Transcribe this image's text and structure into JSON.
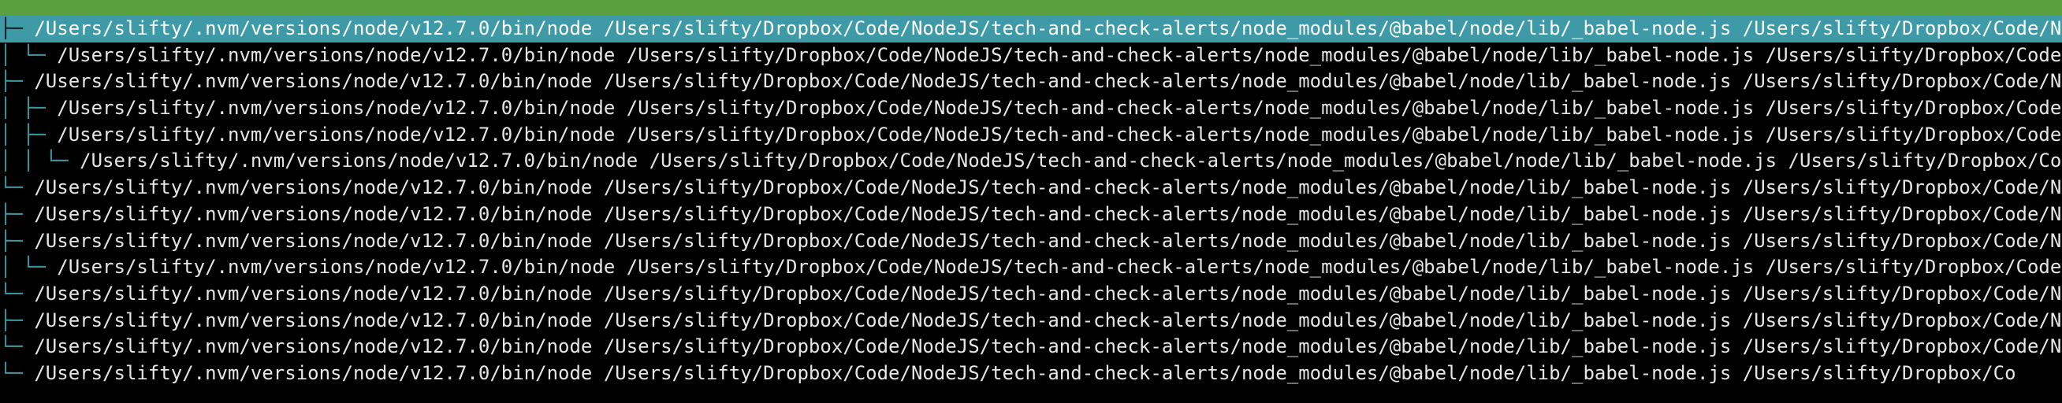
{
  "colors": {
    "background": "#000000",
    "top_bar": "#5aa03c",
    "selected_row": "#3d9aa6",
    "tree_lines": "#3d9aa6",
    "text": "#e6e6e6"
  },
  "tree": {
    "rows": [
      {
        "prefix": "├─ ",
        "command": "/Users/slifty/.nvm/versions/node/v12.7.0/bin/node /Users/slifty/Dropbox/Code/NodeJS/tech-and-check-alerts/node_modules/@babel/node/lib/_babel-node.js /Users/slifty/Dropbox/Code/NodeJS/",
        "selected": true
      },
      {
        "prefix": "│  └─ ",
        "command": "/Users/slifty/.nvm/versions/node/v12.7.0/bin/node /Users/slifty/Dropbox/Code/NodeJS/tech-and-check-alerts/node_modules/@babel/node/lib/_babel-node.js /Users/slifty/Dropbox/Code/NodeJS/",
        "selected": false
      },
      {
        "prefix": "├─ ",
        "command": "/Users/slifty/.nvm/versions/node/v12.7.0/bin/node /Users/slifty/Dropbox/Code/NodeJS/tech-and-check-alerts/node_modules/@babel/node/lib/_babel-node.js /Users/slifty/Dropbox/Code/NodeJS/",
        "selected": false
      },
      {
        "prefix": "│  ├─ ",
        "command": "/Users/slifty/.nvm/versions/node/v12.7.0/bin/node /Users/slifty/Dropbox/Code/NodeJS/tech-and-check-alerts/node_modules/@babel/node/lib/_babel-node.js /Users/slifty/Dropbox/Code/NodeJS/",
        "selected": false
      },
      {
        "prefix": "│  ├─ ",
        "command": "/Users/slifty/.nvm/versions/node/v12.7.0/bin/node /Users/slifty/Dropbox/Code/NodeJS/tech-and-check-alerts/node_modules/@babel/node/lib/_babel-node.js /Users/slifty/Dropbox/Code/NodeJS/",
        "selected": false
      },
      {
        "prefix": "│  │  └─ ",
        "command": "/Users/slifty/.nvm/versions/node/v12.7.0/bin/node /Users/slifty/Dropbox/Code/NodeJS/tech-and-check-alerts/node_modules/@babel/node/lib/_babel-node.js /Users/slifty/Dropbox/Code/N",
        "selected": false
      },
      {
        "prefix": "└─ ",
        "command": "/Users/slifty/.nvm/versions/node/v12.7.0/bin/node /Users/slifty/Dropbox/Code/NodeJS/tech-and-check-alerts/node_modules/@babel/node/lib/_babel-node.js /Users/slifty/Dropbox/Code/NodeJS/",
        "selected": false
      },
      {
        "prefix": "   ├─ ",
        "command": "/Users/slifty/.nvm/versions/node/v12.7.0/bin/node /Users/slifty/Dropbox/Code/NodeJS/tech-and-check-alerts/node_modules/@babel/node/lib/_babel-node.js /Users/slifty/Dropbox/Code/NodeJS/",
        "selected": false
      },
      {
        "prefix": "   ├─ ",
        "command": "/Users/slifty/.nvm/versions/node/v12.7.0/bin/node /Users/slifty/Dropbox/Code/NodeJS/tech-and-check-alerts/node_modules/@babel/node/lib/_babel-node.js /Users/slifty/Dropbox/Code/NodeJS/",
        "selected": false
      },
      {
        "prefix": "   │  └─ ",
        "command": "/Users/slifty/.nvm/versions/node/v12.7.0/bin/node /Users/slifty/Dropbox/Code/NodeJS/tech-and-check-alerts/node_modules/@babel/node/lib/_babel-node.js /Users/slifty/Dropbox/Code/N",
        "selected": false
      },
      {
        "prefix": "   └─ ",
        "command": "/Users/slifty/.nvm/versions/node/v12.7.0/bin/node /Users/slifty/Dropbox/Code/NodeJS/tech-and-check-alerts/node_modules/@babel/node/lib/_babel-node.js /Users/slifty/Dropbox/Code/NodeJS/",
        "selected": false
      },
      {
        "prefix": "      ├─ ",
        "command": "/Users/slifty/.nvm/versions/node/v12.7.0/bin/node /Users/slifty/Dropbox/Code/NodeJS/tech-and-check-alerts/node_modules/@babel/node/lib/_babel-node.js /Users/slifty/Dropbox/Code/N",
        "selected": false
      },
      {
        "prefix": "      └─ ",
        "command": "/Users/slifty/.nvm/versions/node/v12.7.0/bin/node /Users/slifty/Dropbox/Code/NodeJS/tech-and-check-alerts/node_modules/@babel/node/lib/_babel-node.js /Users/slifty/Dropbox/Code/N",
        "selected": false
      },
      {
        "prefix": "         └─ ",
        "command": "/Users/slifty/.nvm/versions/node/v12.7.0/bin/node /Users/slifty/Dropbox/Code/NodeJS/tech-and-check-alerts/node_modules/@babel/node/lib/_babel-node.js /Users/slifty/Dropbox/Co",
        "selected": false
      }
    ]
  }
}
